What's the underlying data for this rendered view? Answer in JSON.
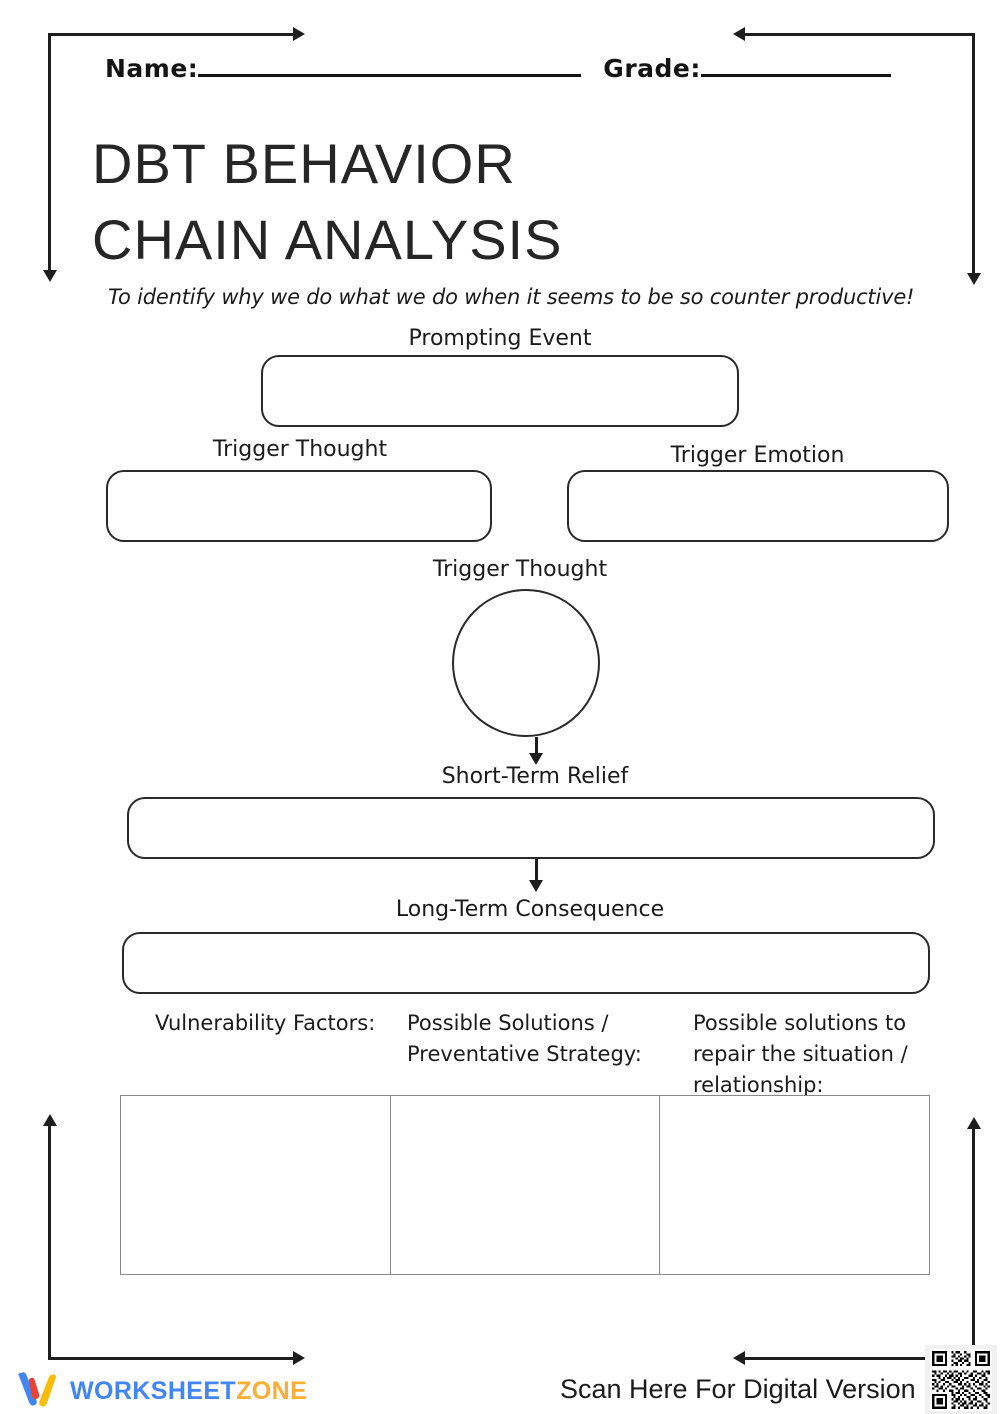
{
  "document": {
    "title_line1": "DBT BEHAVIOR",
    "title_line2": "CHAIN ANALYSIS",
    "subtitle": "To identify why we do what we do when it seems to be so counter productive!"
  },
  "header": {
    "name_label": "Name:",
    "name_value": "",
    "grade_label": "Grade:",
    "grade_value": ""
  },
  "diagram": {
    "prompting_event": {
      "label": "Prompting Event",
      "value": ""
    },
    "trigger_thought_left": {
      "label": "Trigger Thought",
      "value": ""
    },
    "trigger_emotion": {
      "label": "Trigger Emotion",
      "value": ""
    },
    "trigger_thought_circle": {
      "label": "Trigger Thought",
      "value": ""
    },
    "short_term_relief": {
      "label": "Short-Term Relief",
      "value": ""
    },
    "long_term_consequence": {
      "label": "Long-Term Consequence",
      "value": ""
    }
  },
  "columns": [
    {
      "heading": "Vulnerability Factors:",
      "lines": [
        "Vulnerability Factors:"
      ],
      "value": ""
    },
    {
      "heading": "Possible Solutions / Preventative Strategy:",
      "lines": [
        "Possible Solutions /",
        "Preventative Strategy:"
      ],
      "value": ""
    },
    {
      "heading": "Possible solutions to repair the situation / relationship:",
      "lines": [
        "Possible solutions to",
        "repair the situation /",
        "relationship:"
      ],
      "value": ""
    }
  ],
  "footer": {
    "logo_primary": "WORKSHEET",
    "logo_secondary": "ZONE",
    "scan_text": "Scan Here For Digital Version",
    "qr_alt": "qr-code"
  },
  "colors": {
    "ink": "#1b1b1b",
    "frame": "#1e1e1e",
    "box_border": "#2a2a2a",
    "grid_border": "#8a8a8a",
    "logo_blue": "#4285F4",
    "logo_red": "#EA4335",
    "logo_yellow": "#FBBC05",
    "logo_orange": "#FBAE34"
  }
}
